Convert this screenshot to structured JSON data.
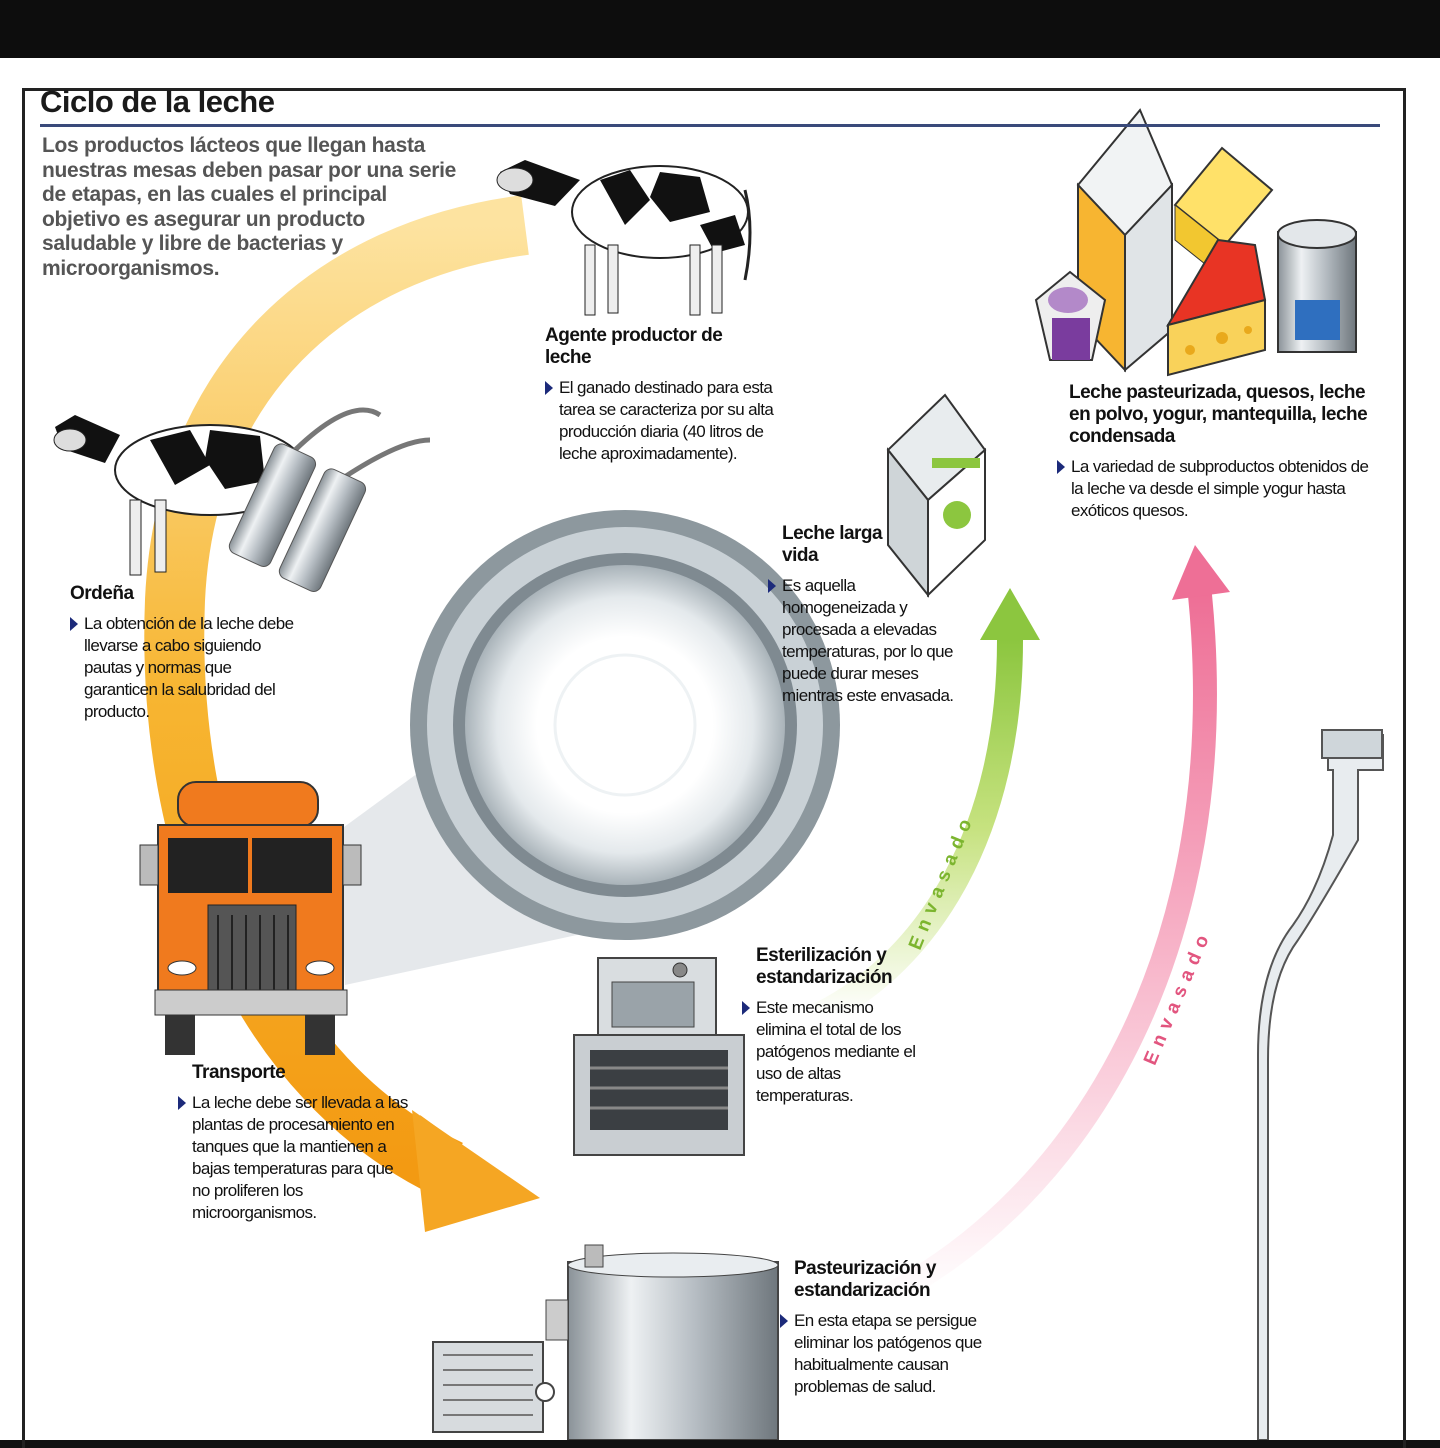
{
  "title": "Ciclo de la leche",
  "intro": "Los productos lácteos que llegan hasta nuestras mesas deben pasar por una serie de etapas, en las cuales el principal objetivo es asegurar un producto saludable y libre de bacterias y microorganismos.",
  "stages": {
    "agente": {
      "heading": "Agente productor de leche",
      "body": "El ganado destinado para esta tarea se caracteriza por su alta producción diaria (40 litros de leche aproximadamente)."
    },
    "ordena": {
      "heading": "Ordeña",
      "body": "La obtención de la leche debe llevarse a cabo siguiendo pautas y normas que garanticen la salubridad del producto."
    },
    "transporte": {
      "heading": "Transporte",
      "body": "La leche debe ser llevada a las plantas de procesamiento en tanques que la mantienen a bajas temperaturas para que no proliferen los microorganismos."
    },
    "pasteurizacion": {
      "heading": "Pasteurización y estandarización",
      "body": "En esta etapa se persigue eliminar los patógenos que habitualmente causan problemas de salud."
    },
    "esterilizacion": {
      "heading": "Esterilización y estandarización",
      "body": "Este mecanismo elimina el total de los patógenos mediante el uso de altas temperaturas."
    },
    "larga_vida": {
      "heading": "Leche larga vida",
      "body": "Es aquella homogeneizada y procesada a elevadas temperaturas, por lo que puede durar meses mientras este envasada."
    },
    "subproductos": {
      "heading": "Leche pasteurizada, quesos, leche en polvo, yogur, mantequilla, leche condensada",
      "body": "La variedad de subproductos obtenidos de la leche va desde el simple yogur hasta exóticos quesos."
    }
  },
  "arrows": {
    "green_label": "Envasado",
    "pink_label": "Envasado"
  },
  "colors": {
    "main_arrow": "#f5a623",
    "green_arrow": "#8cc63f",
    "pink_arrow": "#ee6f96",
    "bullet": "#1c2a7a",
    "truck": "#f07a1e"
  },
  "icons": [
    "cow-icon",
    "milking-machine-icon",
    "truck-icon",
    "pasteurizer-tank-icon",
    "sterilizer-machine-icon",
    "milk-carton-icon",
    "dairy-products-icon",
    "milk-bottle-icon",
    "zoom-lens-icon"
  ]
}
